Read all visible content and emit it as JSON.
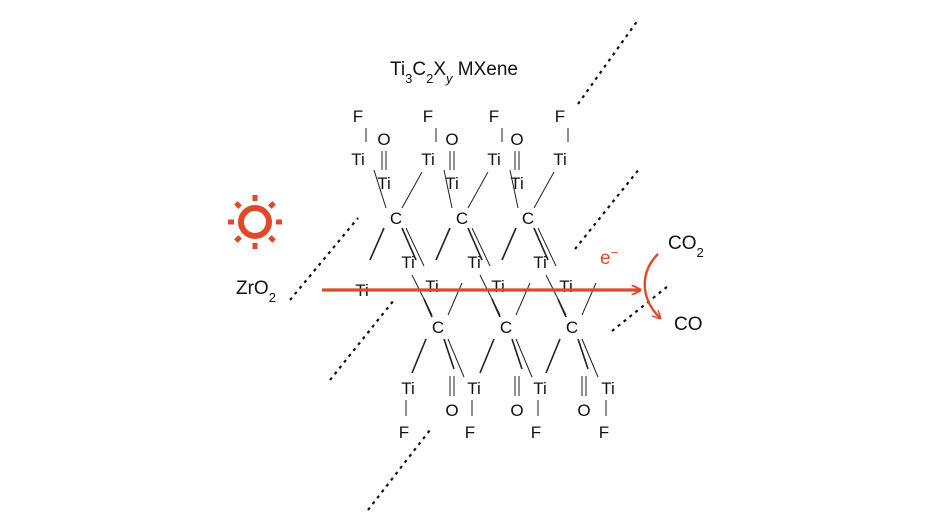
{
  "title": {
    "base1": "Ti",
    "sub1": "3",
    "base2": "C",
    "sub2": "2",
    "base3": "X",
    "sub3": "y",
    "suffix": " MXene"
  },
  "substrate": {
    "base": "ZrO",
    "sub": "2"
  },
  "electron": {
    "base": "e",
    "sup": "−"
  },
  "reactant": {
    "base": "CO",
    "sub": "2"
  },
  "product": "CO",
  "atoms": {
    "ti": "Ti",
    "c": "C",
    "o": "O",
    "f": "F"
  },
  "colors": {
    "accent": "#dd4a2a",
    "ink": "#111111"
  },
  "icons": {
    "light": "sun-icon"
  }
}
